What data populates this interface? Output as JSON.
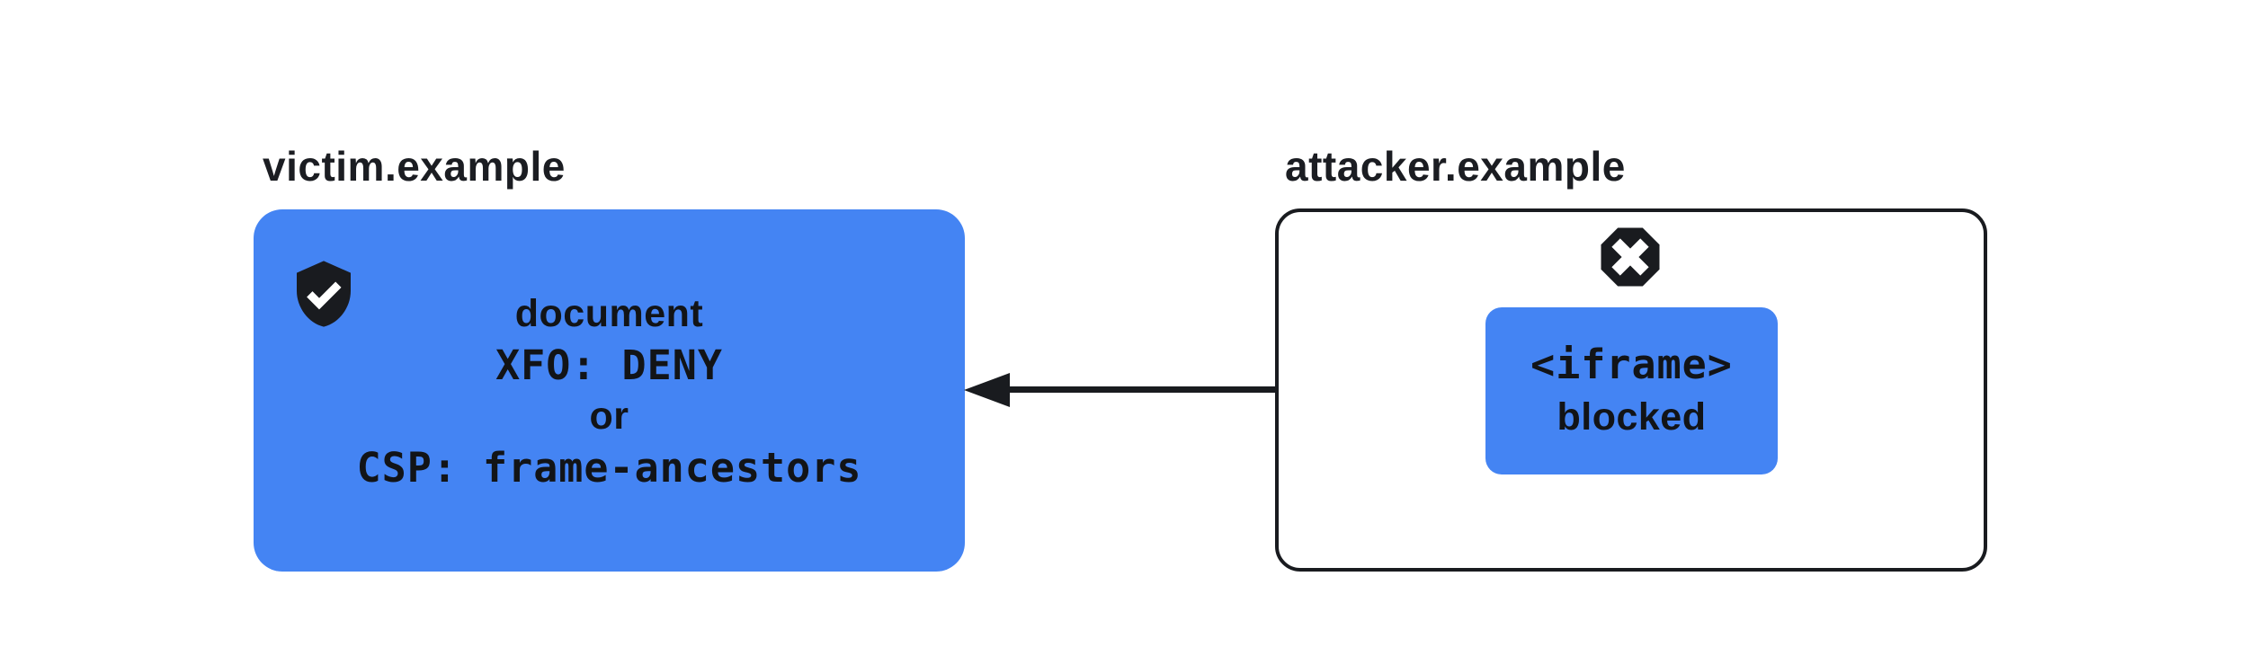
{
  "diagram": {
    "background_color": "#ffffff",
    "accent_blue": "#4484f3",
    "ink_color": "#191b1f",
    "victim": {
      "domain_label": "victim.example",
      "icon": "shield-check-icon",
      "lines": [
        {
          "text": "document",
          "style": "sans"
        },
        {
          "text": "XFO: DENY",
          "style": "mono"
        },
        {
          "text": "or",
          "style": "sans"
        },
        {
          "text": "CSP: frame-ancestors",
          "style": "mono"
        }
      ]
    },
    "attacker": {
      "domain_label": "attacker.example",
      "icon": "octagon-x-icon",
      "iframe_box": {
        "line1": "<iframe>",
        "line2": "blocked"
      }
    },
    "arrow": {
      "direction": "right-to-left",
      "from": "attacker iframe",
      "to": "victim document"
    }
  }
}
